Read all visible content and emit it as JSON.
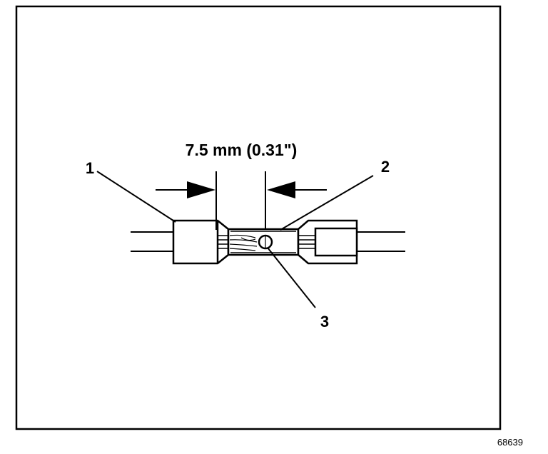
{
  "dimension": {
    "label": "7.5 mm (0.31\")"
  },
  "callouts": [
    {
      "number": "1"
    },
    {
      "number": "2"
    },
    {
      "number": "3"
    }
  ],
  "figure_number": "68639",
  "colors": {
    "ink": "#000000",
    "background": "#ffffff"
  }
}
